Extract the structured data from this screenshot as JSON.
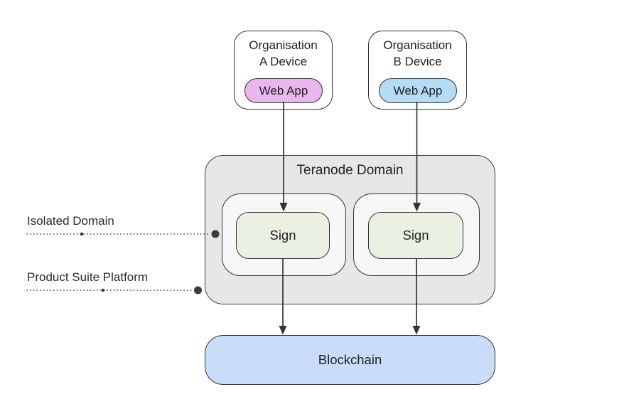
{
  "diagram": {
    "org_a": {
      "title_line1": "Organisation",
      "title_line2": "A Device",
      "app_label": "Web App",
      "app_fill": "#e9b7ee"
    },
    "org_b": {
      "title_line1": "Organisation",
      "title_line2": "B Device",
      "app_label": "Web App",
      "app_fill": "#b5dcf5"
    },
    "teranode": {
      "title": "Teranode Domain",
      "fill": "#e7e7e7"
    },
    "sign_a": {
      "label": "Sign",
      "fill": "#eaf1e2"
    },
    "sign_b": {
      "label": "Sign",
      "fill": "#eaf1e2"
    },
    "blockchain": {
      "label": "Blockchain",
      "fill": "#c9dcf8"
    },
    "annotations": {
      "isolated_domain": "Isolated Domain",
      "product_suite_platform": "Product Suite Platform"
    },
    "colors": {
      "background": "#ffffff",
      "node_border": "#333333",
      "arrow": "#333333",
      "inner_box_fill": "#f7f7f7",
      "leader_dot": "#3a3a3a",
      "text": "#222222"
    }
  }
}
